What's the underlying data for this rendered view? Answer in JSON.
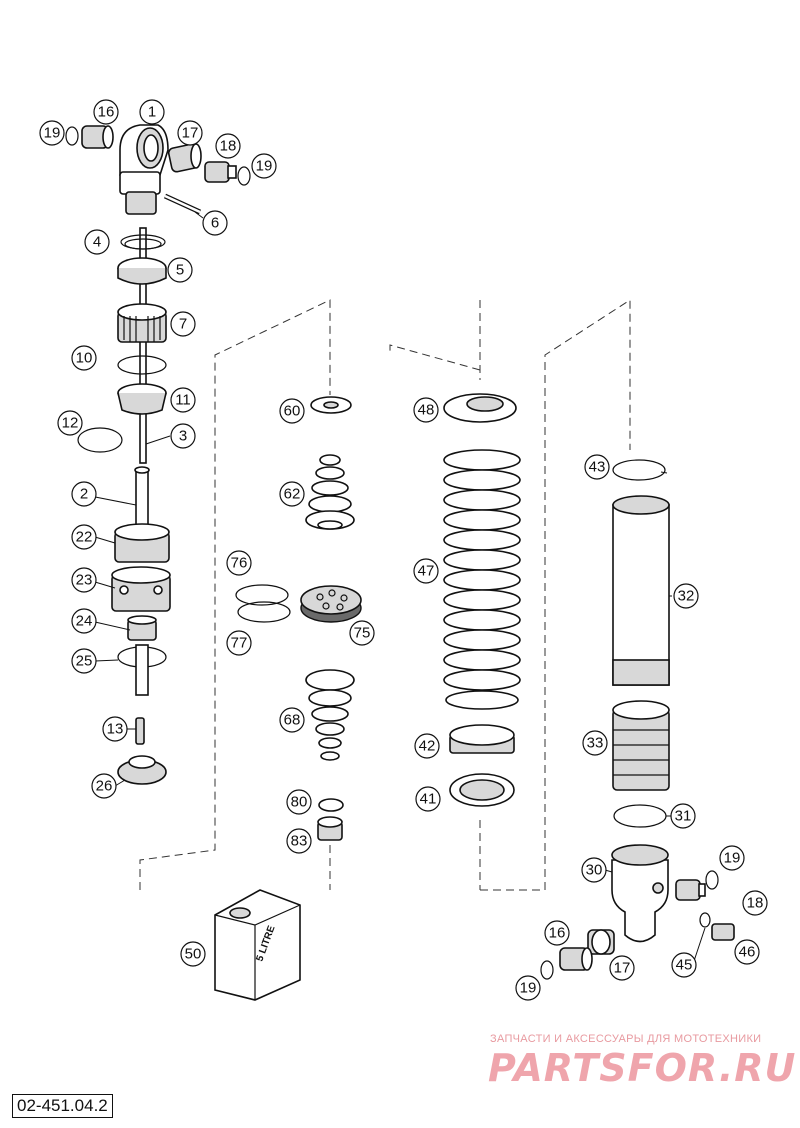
{
  "drawing_number": "02-451.04.2",
  "watermark": {
    "caption": "ЗАПЧАСТИ И АКСЕССУАРЫ ДЛЯ МОТОТЕХНИКИ",
    "logo": "PARTSFOR.RU"
  },
  "canister_label": "5 LITRE",
  "callouts": [
    "1",
    "2",
    "3",
    "4",
    "5",
    "6",
    "7",
    "10",
    "11",
    "12",
    "13",
    "16",
    "17",
    "18",
    "19",
    "22",
    "23",
    "24",
    "25",
    "26",
    "30",
    "31",
    "32",
    "33",
    "41",
    "42",
    "43",
    "45",
    "46",
    "47",
    "48",
    "50",
    "60",
    "62",
    "68",
    "75",
    "76",
    "77",
    "80",
    "83"
  ]
}
